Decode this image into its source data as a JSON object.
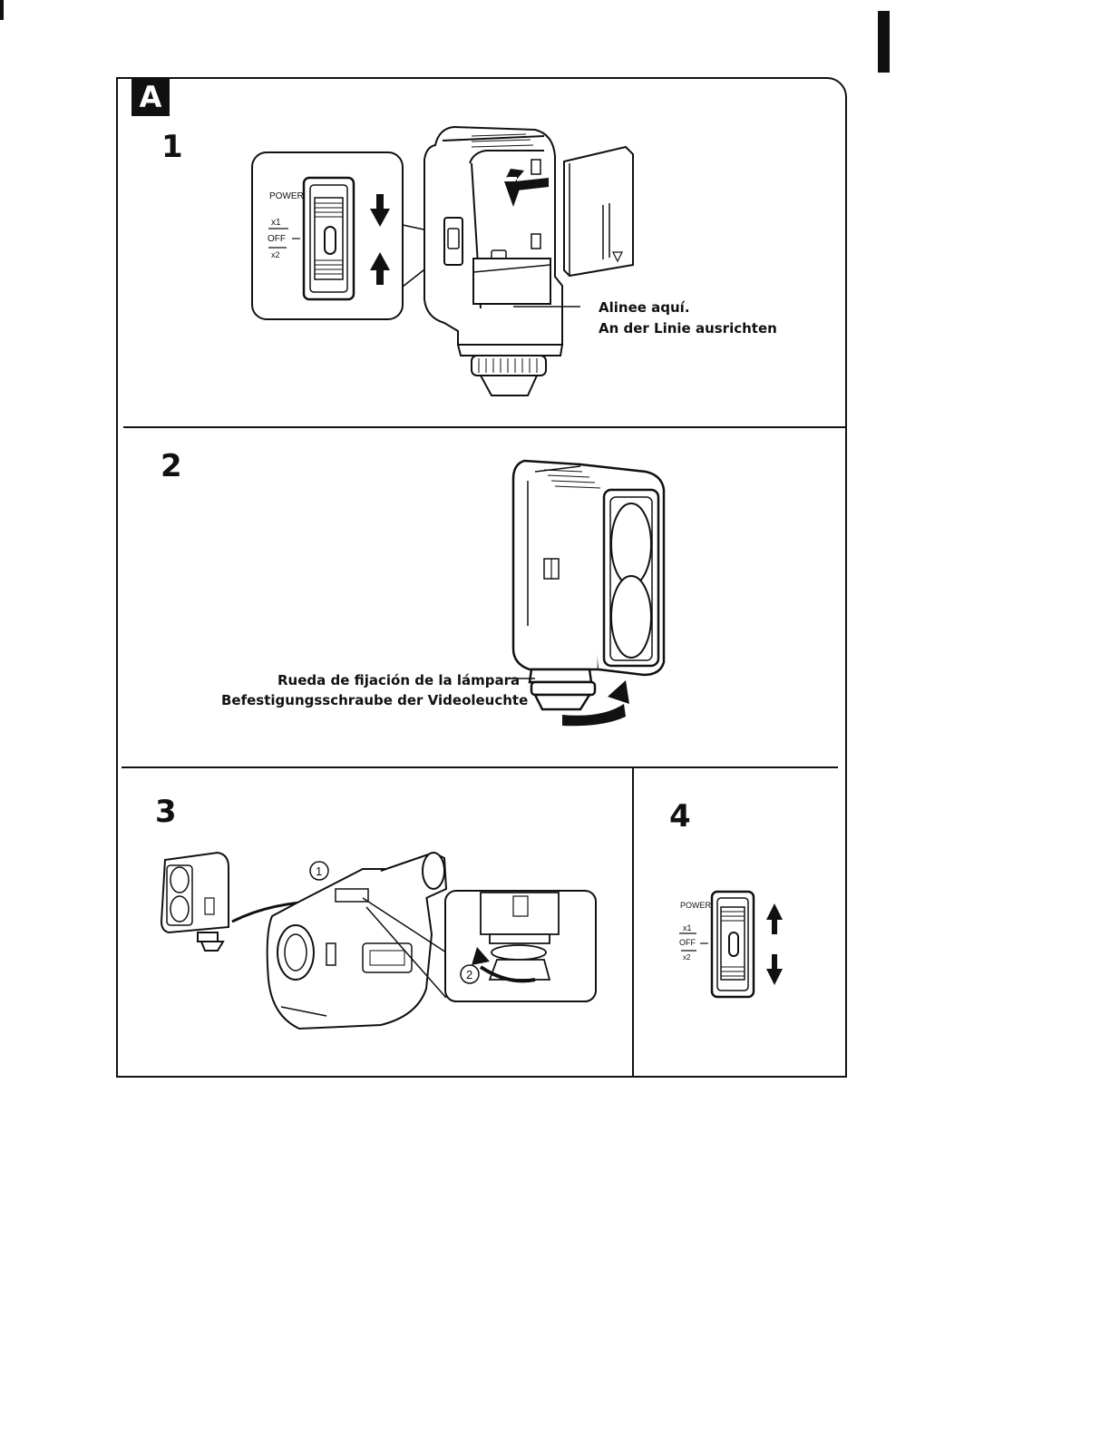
{
  "section_label": "A",
  "steps": [
    {
      "number": "1"
    },
    {
      "number": "2"
    },
    {
      "number": "3"
    },
    {
      "number": "4"
    }
  ],
  "switch": {
    "title": "POWER",
    "options": [
      "x1",
      "OFF",
      "x2"
    ]
  },
  "step1_caption": {
    "line1": "Alinee aquí.",
    "line2": "An der Linie ausrichten"
  },
  "step2_caption": {
    "line1": "Rueda de fijación de la lámpara",
    "line2": "Befestigungsschraube der Videoleuchte"
  },
  "step3_callouts": {
    "first": "1",
    "second": "2"
  },
  "colors": {
    "ink": "#111111",
    "paper": "#ffffff",
    "shade": "#d9d9d9"
  },
  "icons": [
    "arrow-down-icon",
    "arrow-up-icon",
    "rotate-arrow-icon"
  ]
}
